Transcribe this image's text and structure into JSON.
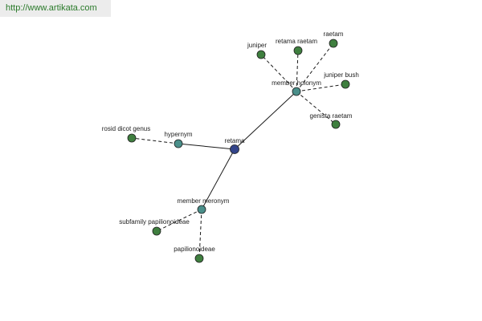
{
  "banner": {
    "url_text": "http://www.artikata.com"
  },
  "colors": {
    "root_node": "#33448a",
    "relation_node": "#4a8f8a",
    "leaf_node": "#3f7f3f",
    "banner_text": "#2a7a2a"
  },
  "graph": {
    "nodes": [
      {
        "id": "retama",
        "label": "retama",
        "kind": "root"
      },
      {
        "id": "hypernym",
        "label": "hypernym",
        "kind": "relation"
      },
      {
        "id": "member-holonym",
        "label": "member holonym",
        "kind": "relation"
      },
      {
        "id": "member-meronym",
        "label": "member meronym",
        "kind": "relation"
      },
      {
        "id": "rosid-dicot-genus",
        "label": "rosid dicot genus",
        "kind": "leaf"
      },
      {
        "id": "juniper",
        "label": "juniper",
        "kind": "leaf"
      },
      {
        "id": "retama-raetam",
        "label": "retama raetam",
        "kind": "leaf"
      },
      {
        "id": "raetam",
        "label": "raetam",
        "kind": "leaf"
      },
      {
        "id": "juniper-bush",
        "label": "juniper bush",
        "kind": "leaf"
      },
      {
        "id": "genista-raetam",
        "label": "genista raetam",
        "kind": "leaf"
      },
      {
        "id": "subfamily-papilionoideae",
        "label": "subfamily papilionoideae",
        "kind": "leaf"
      },
      {
        "id": "papilionoideae",
        "label": "papilionoideae",
        "kind": "leaf"
      }
    ],
    "edges": [
      {
        "from": "retama",
        "to": "hypernym",
        "style": "solid"
      },
      {
        "from": "retama",
        "to": "member-holonym",
        "style": "solid"
      },
      {
        "from": "retama",
        "to": "member-meronym",
        "style": "solid"
      },
      {
        "from": "hypernym",
        "to": "rosid-dicot-genus",
        "style": "dashed"
      },
      {
        "from": "member-holonym",
        "to": "juniper",
        "style": "dashed"
      },
      {
        "from": "member-holonym",
        "to": "retama-raetam",
        "style": "dashed"
      },
      {
        "from": "member-holonym",
        "to": "raetam",
        "style": "dashed"
      },
      {
        "from": "member-holonym",
        "to": "juniper-bush",
        "style": "dashed"
      },
      {
        "from": "member-holonym",
        "to": "genista-raetam",
        "style": "dashed"
      },
      {
        "from": "member-meronym",
        "to": "subfamily-papilionoideae",
        "style": "dashed"
      },
      {
        "from": "member-meronym",
        "to": "papilionoideae",
        "style": "dashed"
      }
    ]
  }
}
